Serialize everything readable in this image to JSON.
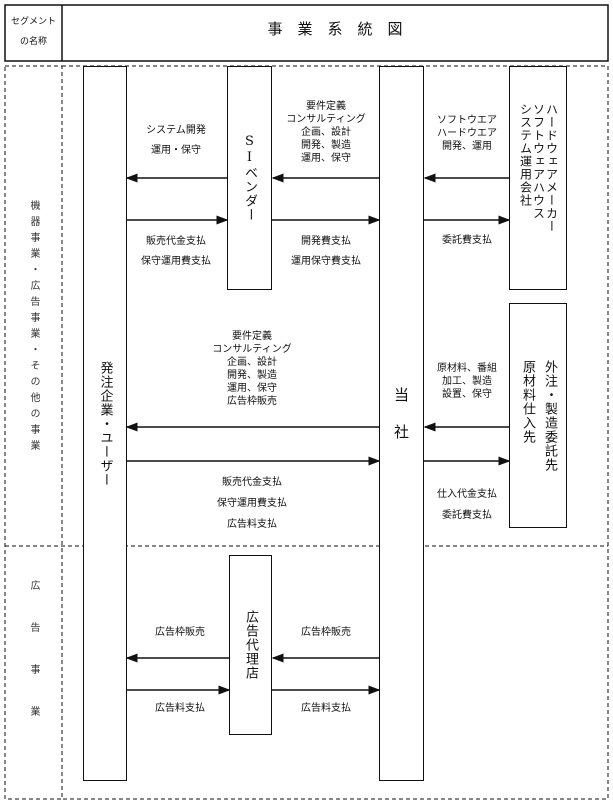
{
  "header": {
    "segment_col": [
      "セグメント",
      "の名称"
    ],
    "title": "事　業　系　統　図"
  },
  "segments": {
    "equipment": "機器事業・広告事業・その他の事業",
    "advertising": "広告事業"
  },
  "boxes": {
    "orderer": "発注企業・ユーザー",
    "si_vendor": "SIベンダー",
    "company": "当社",
    "hardware": [
      "ハードウェアメーカー",
      "ソフトウェアハウス",
      "システム運用会社"
    ],
    "supplier": [
      "外注・製造委託先",
      "原材料仕入先"
    ],
    "ad_agency": "広告代理店"
  },
  "labels": {
    "si_to_user": [
      "システム開発",
      "運用・保守"
    ],
    "user_to_si": [
      "販売代金支払",
      "保守運用費支払"
    ],
    "co_to_si": [
      "要件定義",
      "コンサルティング",
      "企画、設計",
      "開発、製造",
      "運用、保守"
    ],
    "si_to_co": [
      "開発費支払",
      "運用保守費支払"
    ],
    "hw_to_co": [
      "ソフトウエア",
      "ハードウエア",
      "開発、運用"
    ],
    "co_to_hw": [
      "委託費支払"
    ],
    "co_to_user": [
      "要件定義",
      "コンサルティング",
      "企画、設計",
      "開発、製造",
      "運用、保守",
      "広告枠販売"
    ],
    "user_to_co": [
      "販売代金支払",
      "保守運用費支払",
      "広告料支払"
    ],
    "sup_to_co": [
      "原材料、番組",
      "加工、製造",
      "設置、保守"
    ],
    "co_to_sup": [
      "仕入代金支払",
      "委託費支払"
    ],
    "agency_to_user": [
      "広告枠販売"
    ],
    "user_to_agency": [
      "広告料支払"
    ],
    "co_to_agency": [
      "広告枠販売"
    ],
    "agency_to_co": [
      "広告料支払"
    ]
  }
}
